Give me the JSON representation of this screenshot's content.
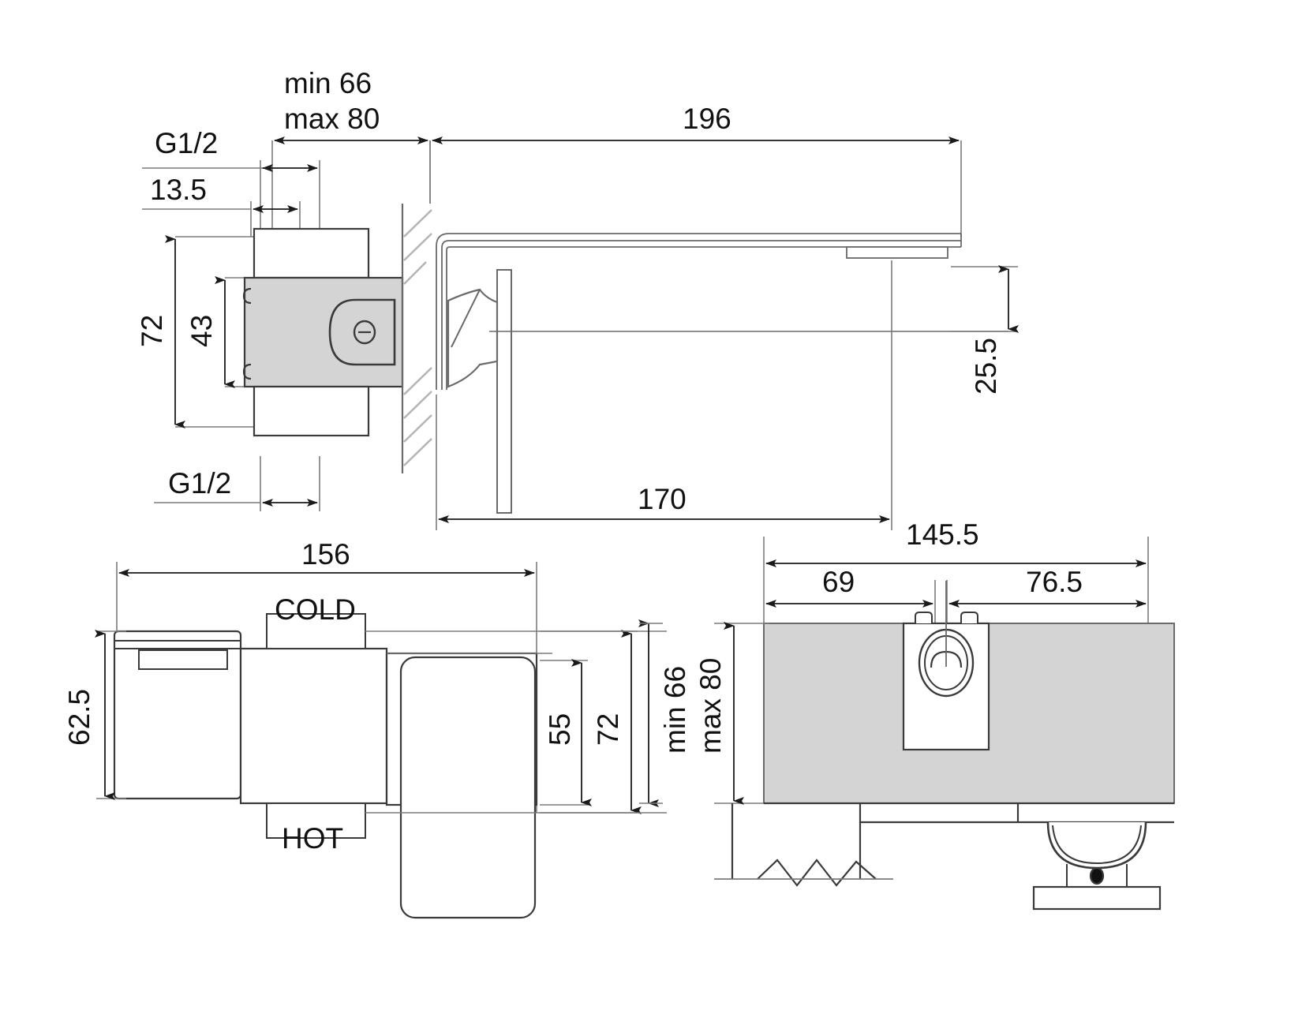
{
  "drawing": {
    "title": "Wall-mounted basin mixer technical dimension drawing",
    "units": "mm",
    "fill_color": "#d4d4d4",
    "line_color": "#3a3a3a",
    "text_color": "#111111"
  },
  "views": {
    "side_section": {
      "name": "side-section-view",
      "dimensions": {
        "g12_top": "G1/2",
        "g12_bottom": "G1/2",
        "wall_depth_min": "min 66",
        "wall_depth_max": "max 80",
        "escutcheon_offset": "13.5",
        "body_height_outer": "72",
        "body_height_inner": "43",
        "spout_length": "196",
        "spout_height": "25.5",
        "handle_to_spout": "170"
      }
    },
    "front_elevation": {
      "name": "front-elevation-view",
      "dimensions": {
        "total_width": "156",
        "plate_height": "62.5",
        "handle_height": "55",
        "body_height": "72"
      },
      "labels": {
        "cold": "COLD",
        "hot": "HOT"
      }
    },
    "rough_in_plan": {
      "name": "rough-in-plan-view",
      "dimensions": {
        "total_width": "145.5",
        "left_offset": "69",
        "right_offset": "76.5",
        "depth_min": "min 66",
        "depth_max": "max 80"
      }
    }
  }
}
